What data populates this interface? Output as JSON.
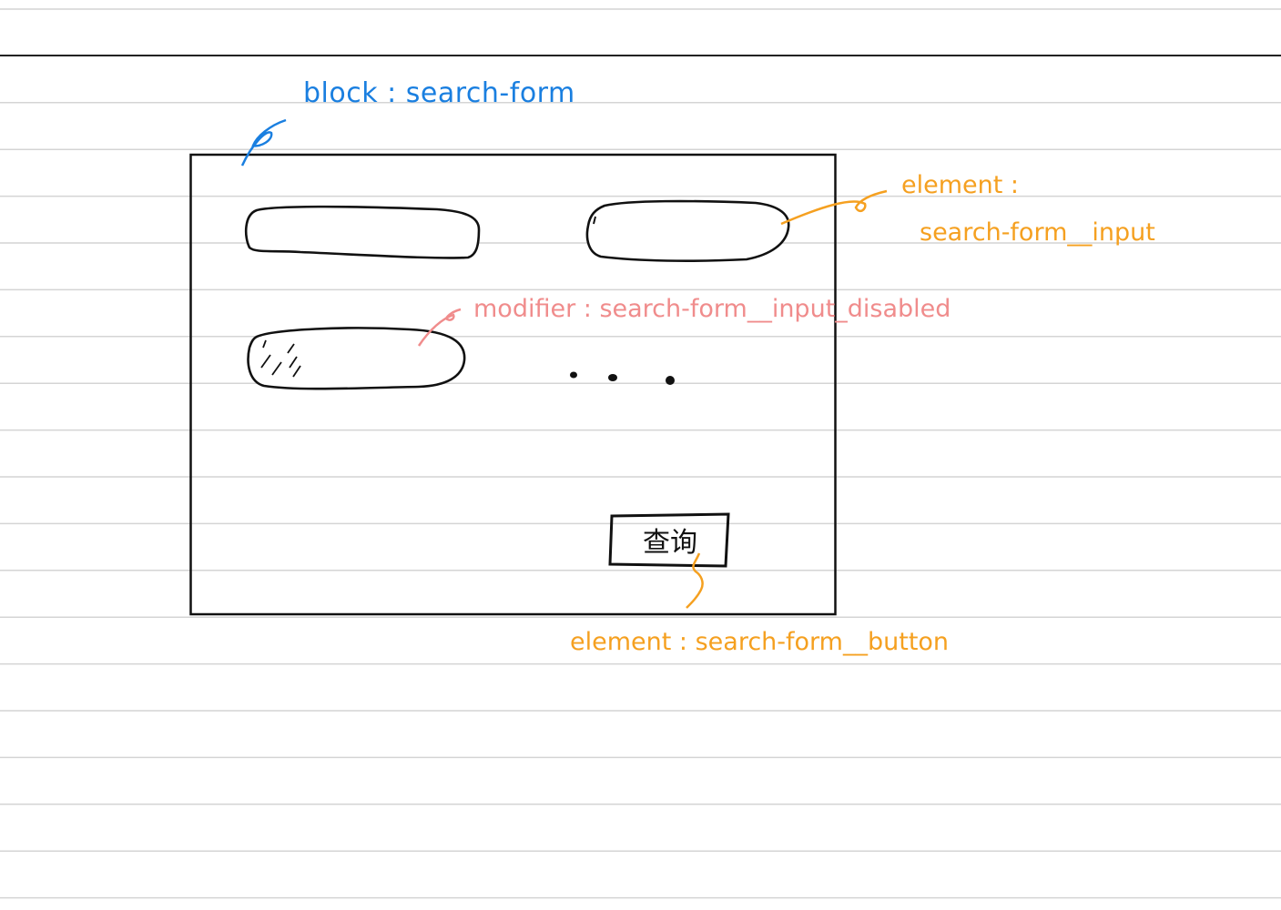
{
  "colors": {
    "ruled_line": "#d4d4d4",
    "top_rule": "#222222",
    "ink": "#111111",
    "block": "#1a7fe0",
    "element": "#f5a020",
    "modifier": "#f08c8c"
  },
  "annotations": {
    "block": "block : search-form",
    "element_input_line1": "element :",
    "element_input_line2": "search-form__input",
    "modifier": "modifier : search-form__input_disabled",
    "element_button": "element : search-form__button"
  },
  "form": {
    "button_label": "查询",
    "more_indicator": "..."
  }
}
